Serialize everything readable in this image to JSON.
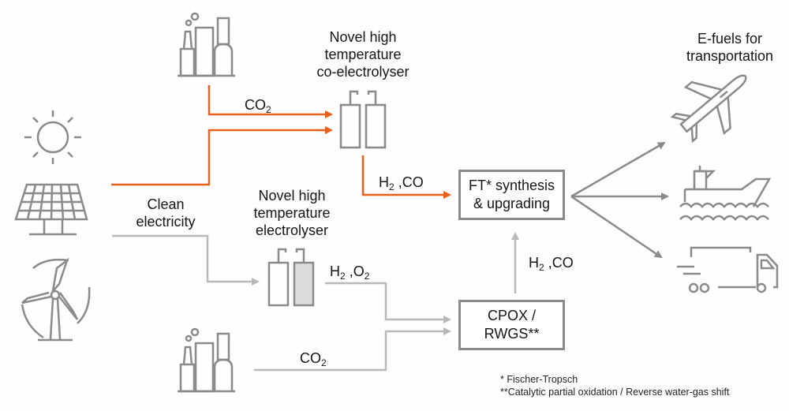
{
  "diagram": {
    "colors": {
      "orange": "#e8601c",
      "dark_gray": "#8a8a8a",
      "light_gray": "#b9b9b9",
      "fill_gray": "#dcdcdc"
    },
    "sources": {
      "label_line1": "Clean",
      "label_line2": "electricity",
      "icons": [
        "sun-icon",
        "solar-panel-icon",
        "wind-turbine-icon"
      ]
    },
    "co_electrolyser": {
      "line1": "Novel high",
      "line2": "temperature",
      "line3": "co-electrolyser"
    },
    "electrolyser": {
      "line1": "Novel high",
      "line2": "temperature",
      "line3": "electrolyser"
    },
    "flows": {
      "co2_top": {
        "main": "CO",
        "sub": "2"
      },
      "h2co_top": {
        "main": "H",
        "sub": "2",
        "rest": " ,CO"
      },
      "h2o2": {
        "main": "H",
        "sub": "2",
        "mid": " ,O",
        "sub2": "2"
      },
      "co2_bottom": {
        "main": "CO",
        "sub": "2"
      },
      "h2co_mid": {
        "main": "H",
        "sub": "2",
        "rest": " ,CO"
      }
    },
    "ft_box": {
      "line1": "FT* synthesis",
      "line2": "& upgrading"
    },
    "cpox_box": {
      "line1": "CPOX /",
      "line2": "RWGS**"
    },
    "outputs": {
      "title_line1": "E-fuels for",
      "title_line2": "transportation",
      "icons": [
        "airplane-icon",
        "ship-icon",
        "truck-icon"
      ]
    },
    "footnotes": {
      "note1": "* Fischer-Tropsch",
      "note2": "**Catalytic partial oxidation / Reverse water-gas shift"
    }
  }
}
